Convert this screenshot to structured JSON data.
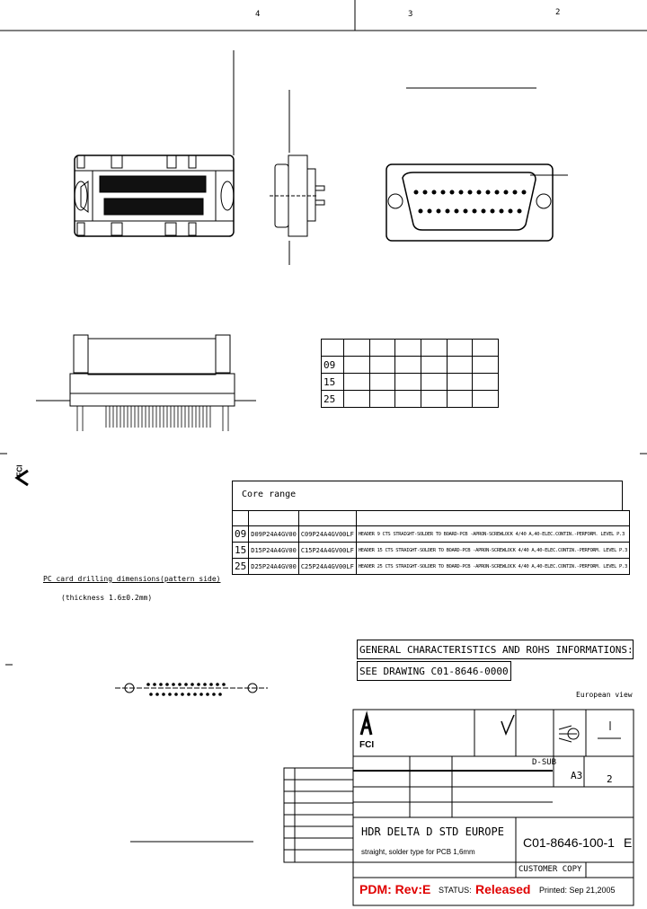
{
  "frame": {
    "zones_top": [
      "4",
      "3",
      "2"
    ],
    "logo_side": "FCI"
  },
  "drill": {
    "title": "PC card drilling dimensions(pattern side)",
    "thickness": "(thickness 1.6±0.2mm)"
  },
  "dim_table": {
    "rows": [
      {
        "ct": "09"
      },
      {
        "ct": "15"
      },
      {
        "ct": "25"
      }
    ]
  },
  "core_range": {
    "title": "Core range",
    "rows": [
      {
        "ct": "09",
        "pn1": "D09P24A4GV00",
        "pn2": "C09P24A4GV00LF",
        "desc": "HEADER 9 CTS STRAIGHT-SOLDER TO BOARD-PCB -APRON-SCREWLOCK 4/40 A,40-ELEC.CONTIN.-PERFORM. LEVEL P.3"
      },
      {
        "ct": "15",
        "pn1": "D15P24A4GV00",
        "pn2": "C15P24A4GV00LF",
        "desc": "HEADER 15 CTS STRAIGHT-SOLDER TO BOARD-PCB -APRON-SCREWLOCK 4/40 A,40-ELEC.CONTIN.-PERFORM. LEVEL P.3"
      },
      {
        "ct": "25",
        "pn1": "D25P24A4GV00",
        "pn2": "C25P24A4GV00LF",
        "desc": "HEADER 25 CTS STRAIGHT-SOLDER TO BOARD-PCB -APRON-SCREWLOCK 4/40 A,40-ELEC.CONTIN.-PERFORM. LEVEL P.3"
      }
    ]
  },
  "notes": {
    "line1": "GENERAL CHARACTERISTICS AND ROHS INFORMATIONS:",
    "line2": "SEE DRAWING C01-8646-0000"
  },
  "view": "European view",
  "title_block": {
    "logo": "FCI",
    "family": "D-SUB",
    "format": "A3",
    "sheet": "2",
    "title": "HDR DELTA D STD EUROPE",
    "subtitle": "straight, solder type for PCB 1,6mm",
    "drawing_no": "C01-8646-100-1",
    "rev": "E",
    "copy": "CUSTOMER COPY"
  },
  "status_bar": {
    "pdm": "PDM: Rev:E",
    "status_label": "STATUS:",
    "status": "Released",
    "printed": "Printed: Sep 21,2005"
  },
  "colors": {
    "status": "#e00000"
  }
}
